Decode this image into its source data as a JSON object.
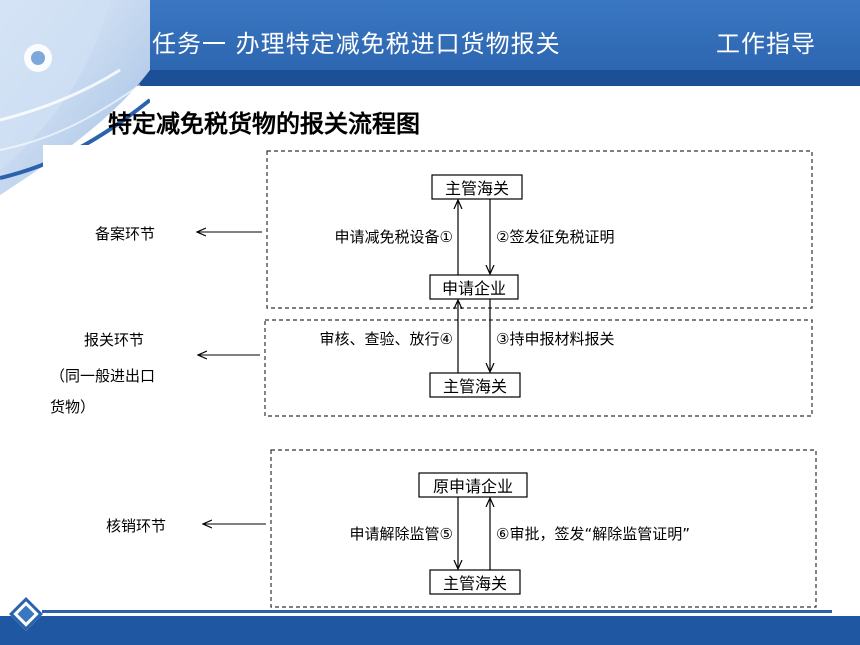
{
  "header": {
    "title": "任务一   办理特定减免税进口货物报关",
    "right_label": "工作指导"
  },
  "subtitle": "特定减免税货物的报关流程图",
  "stages": {
    "filing": {
      "label": "备案环节",
      "top_node": "主管海关",
      "bottom_node": "申请企业",
      "up_label": "申请减免税设备①",
      "down_label": "②签发征免税证明"
    },
    "declaration": {
      "label": "报关环节",
      "note_line1": "（同一般进出口",
      "note_line2": "货物）",
      "bottom_node": "主管海关",
      "up_label": "审核、查验、放行④",
      "down_label": "③持申报材料报关"
    },
    "writeoff": {
      "label": "核销环节",
      "top_node": "原申请企业",
      "bottom_node": "主管海关",
      "left_label": "申请解除监管⑤",
      "right_label": "⑥审批，签发“解除监管证明”"
    }
  },
  "colors": {
    "header_blue": "#2a62ad",
    "band_blue": "#1b4f96",
    "footer_blue": "#1f57a3"
  }
}
